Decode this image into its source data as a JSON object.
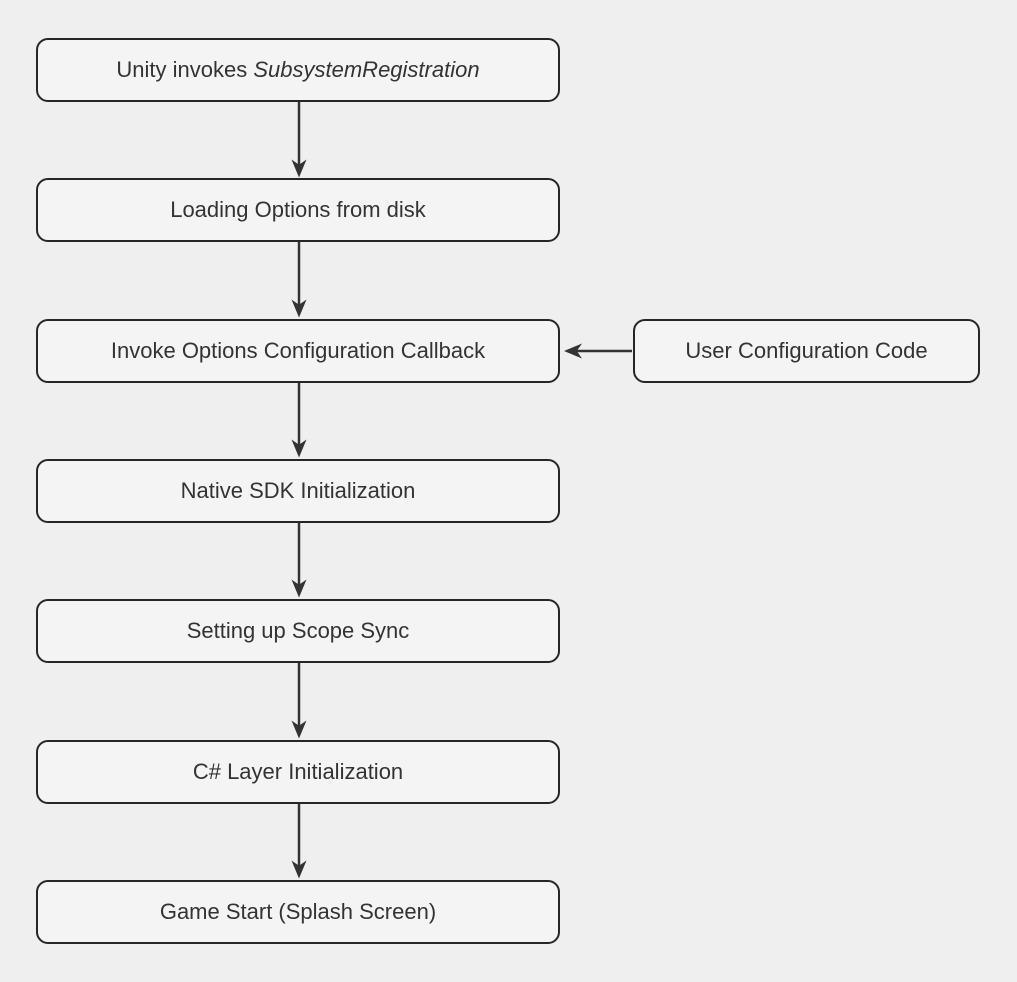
{
  "colors": {
    "background": "#efefef",
    "node_fill": "#f4f4f4",
    "node_border": "#262626",
    "arrow": "#333333",
    "text": "#333333"
  },
  "nodes": {
    "unity_invokes": {
      "text": "Unity invokes ",
      "italic": "SubsystemRegistration"
    },
    "loading_options": {
      "label": "Loading Options from disk"
    },
    "invoke_callback": {
      "label": "Invoke Options Configuration Callback"
    },
    "user_config": {
      "label": "User Configuration Code"
    },
    "native_sdk": {
      "label": "Native SDK Initialization"
    },
    "scope_sync": {
      "label": "Setting up Scope Sync"
    },
    "csharp_layer": {
      "label": "C# Layer Initialization"
    },
    "game_start": {
      "label": "Game Start (Splash Screen)"
    }
  }
}
